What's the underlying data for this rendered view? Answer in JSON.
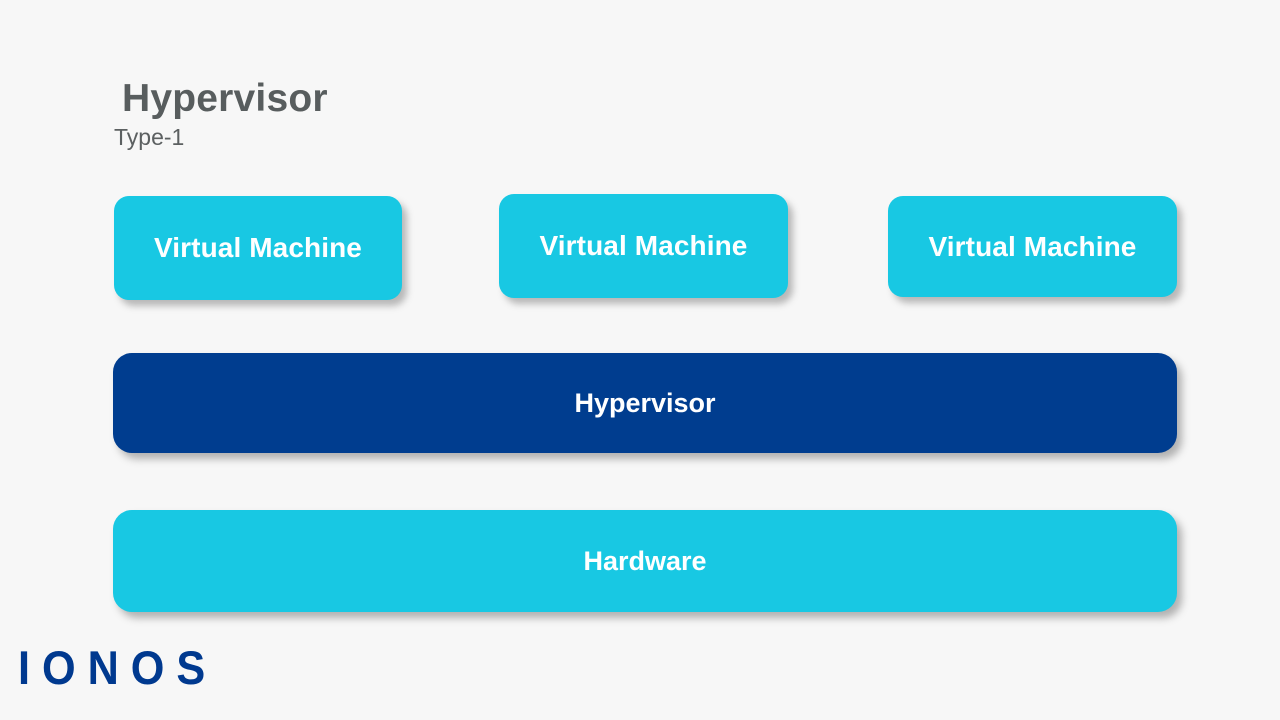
{
  "slide": {
    "background_color": "#f7f7f7",
    "title": "Hypervisor",
    "subtitle": "Type-1"
  },
  "palette": {
    "cyan": "#18c8e3",
    "navy": "#003d8f",
    "title_gray": "#585d5e",
    "label_white": "#ffffff"
  },
  "diagram": {
    "vm_row": [
      {
        "label": "Virtual Machine"
      },
      {
        "label": "Virtual Machine"
      },
      {
        "label": "Virtual Machine"
      }
    ],
    "hypervisor_layer": {
      "label": "Hypervisor"
    },
    "hardware_layer": {
      "label": "Hardware"
    }
  },
  "branding": {
    "logo_text": "IONOS"
  }
}
